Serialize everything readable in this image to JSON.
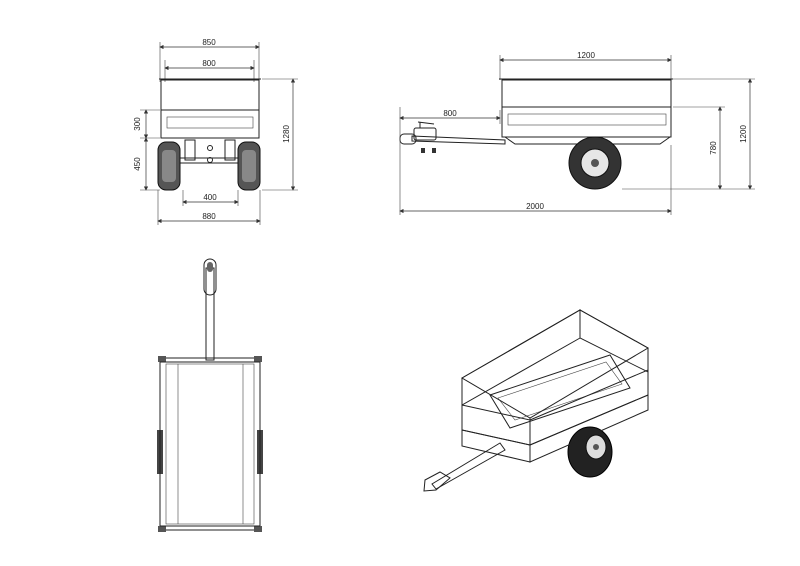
{
  "drawing": {
    "front_view": {
      "dim_outer_width": "850",
      "dim_box_width": "800",
      "dim_box_height": "300",
      "dim_clearance": "450",
      "dim_overall_height": "1280",
      "dim_track": "400",
      "dim_wheel_width": "880"
    },
    "side_view": {
      "dim_box_length": "1200",
      "dim_drawbar": "800",
      "dim_total_length": "2000",
      "dim_box_top_height": "780",
      "dim_overall_height": "1200"
    }
  }
}
